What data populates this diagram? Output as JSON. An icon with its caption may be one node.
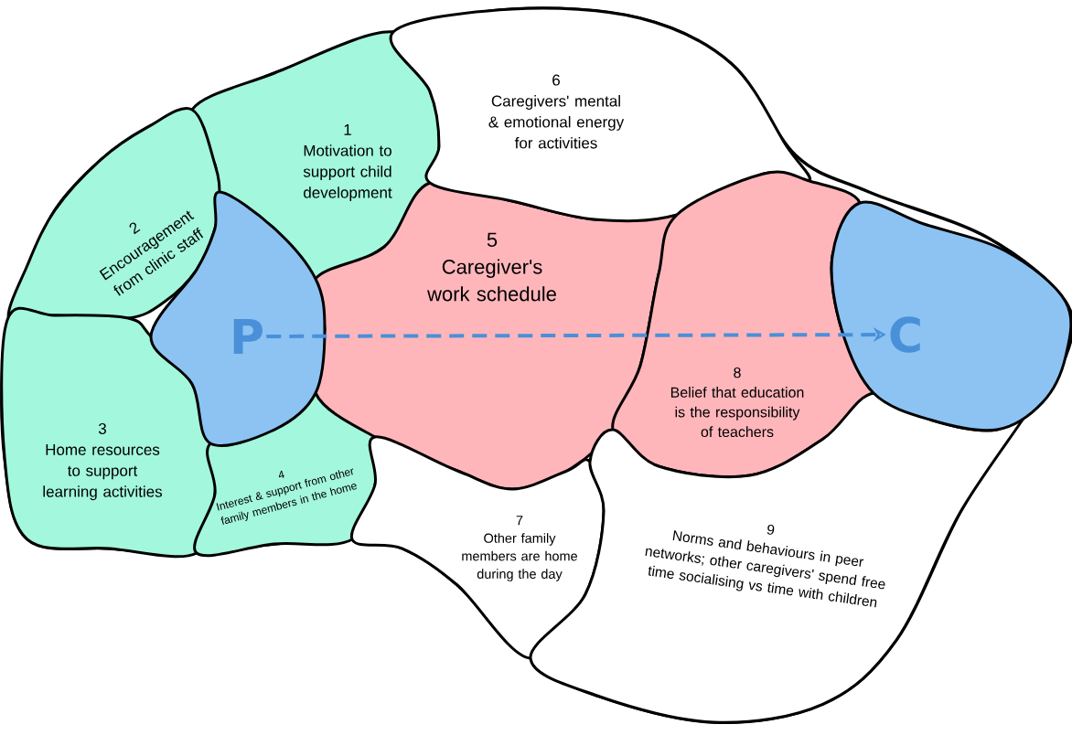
{
  "diagram": {
    "nodes": [
      {
        "text": [
          "1",
          "Motivation to support child development"
        ]
      },
      {
        "text": [
          "2",
          "Encouragement from clinic staff"
        ]
      },
      {
        "text": [
          "3",
          "Home resources to support learning activities"
        ]
      },
      {
        "text": [
          "4",
          "Interest & support from other family members in the home"
        ]
      },
      {
        "text": [
          "5",
          "Caregiver's work schedule"
        ]
      },
      {
        "text": [
          "6",
          "Caregivers' mental & emotional energy for activities"
        ]
      },
      {
        "text": [
          "7",
          "Other family members are home during the day"
        ]
      },
      {
        "text": [
          "8",
          "Belief that education is the responsibility of teachers"
        ]
      },
      {
        "text": [
          "9",
          "Norms and behaviours in peer networks; other caregivers' spend free time socialising vs time with children"
        ]
      },
      {
        "text": [
          "P"
        ]
      },
      {
        "text": [
          "C"
        ]
      }
    ],
    "edges": [
      {
        "from": 9,
        "to": 10,
        "arrow": "to",
        "style": "dashed",
        "color": "#4a90d9"
      }
    ]
  }
}
